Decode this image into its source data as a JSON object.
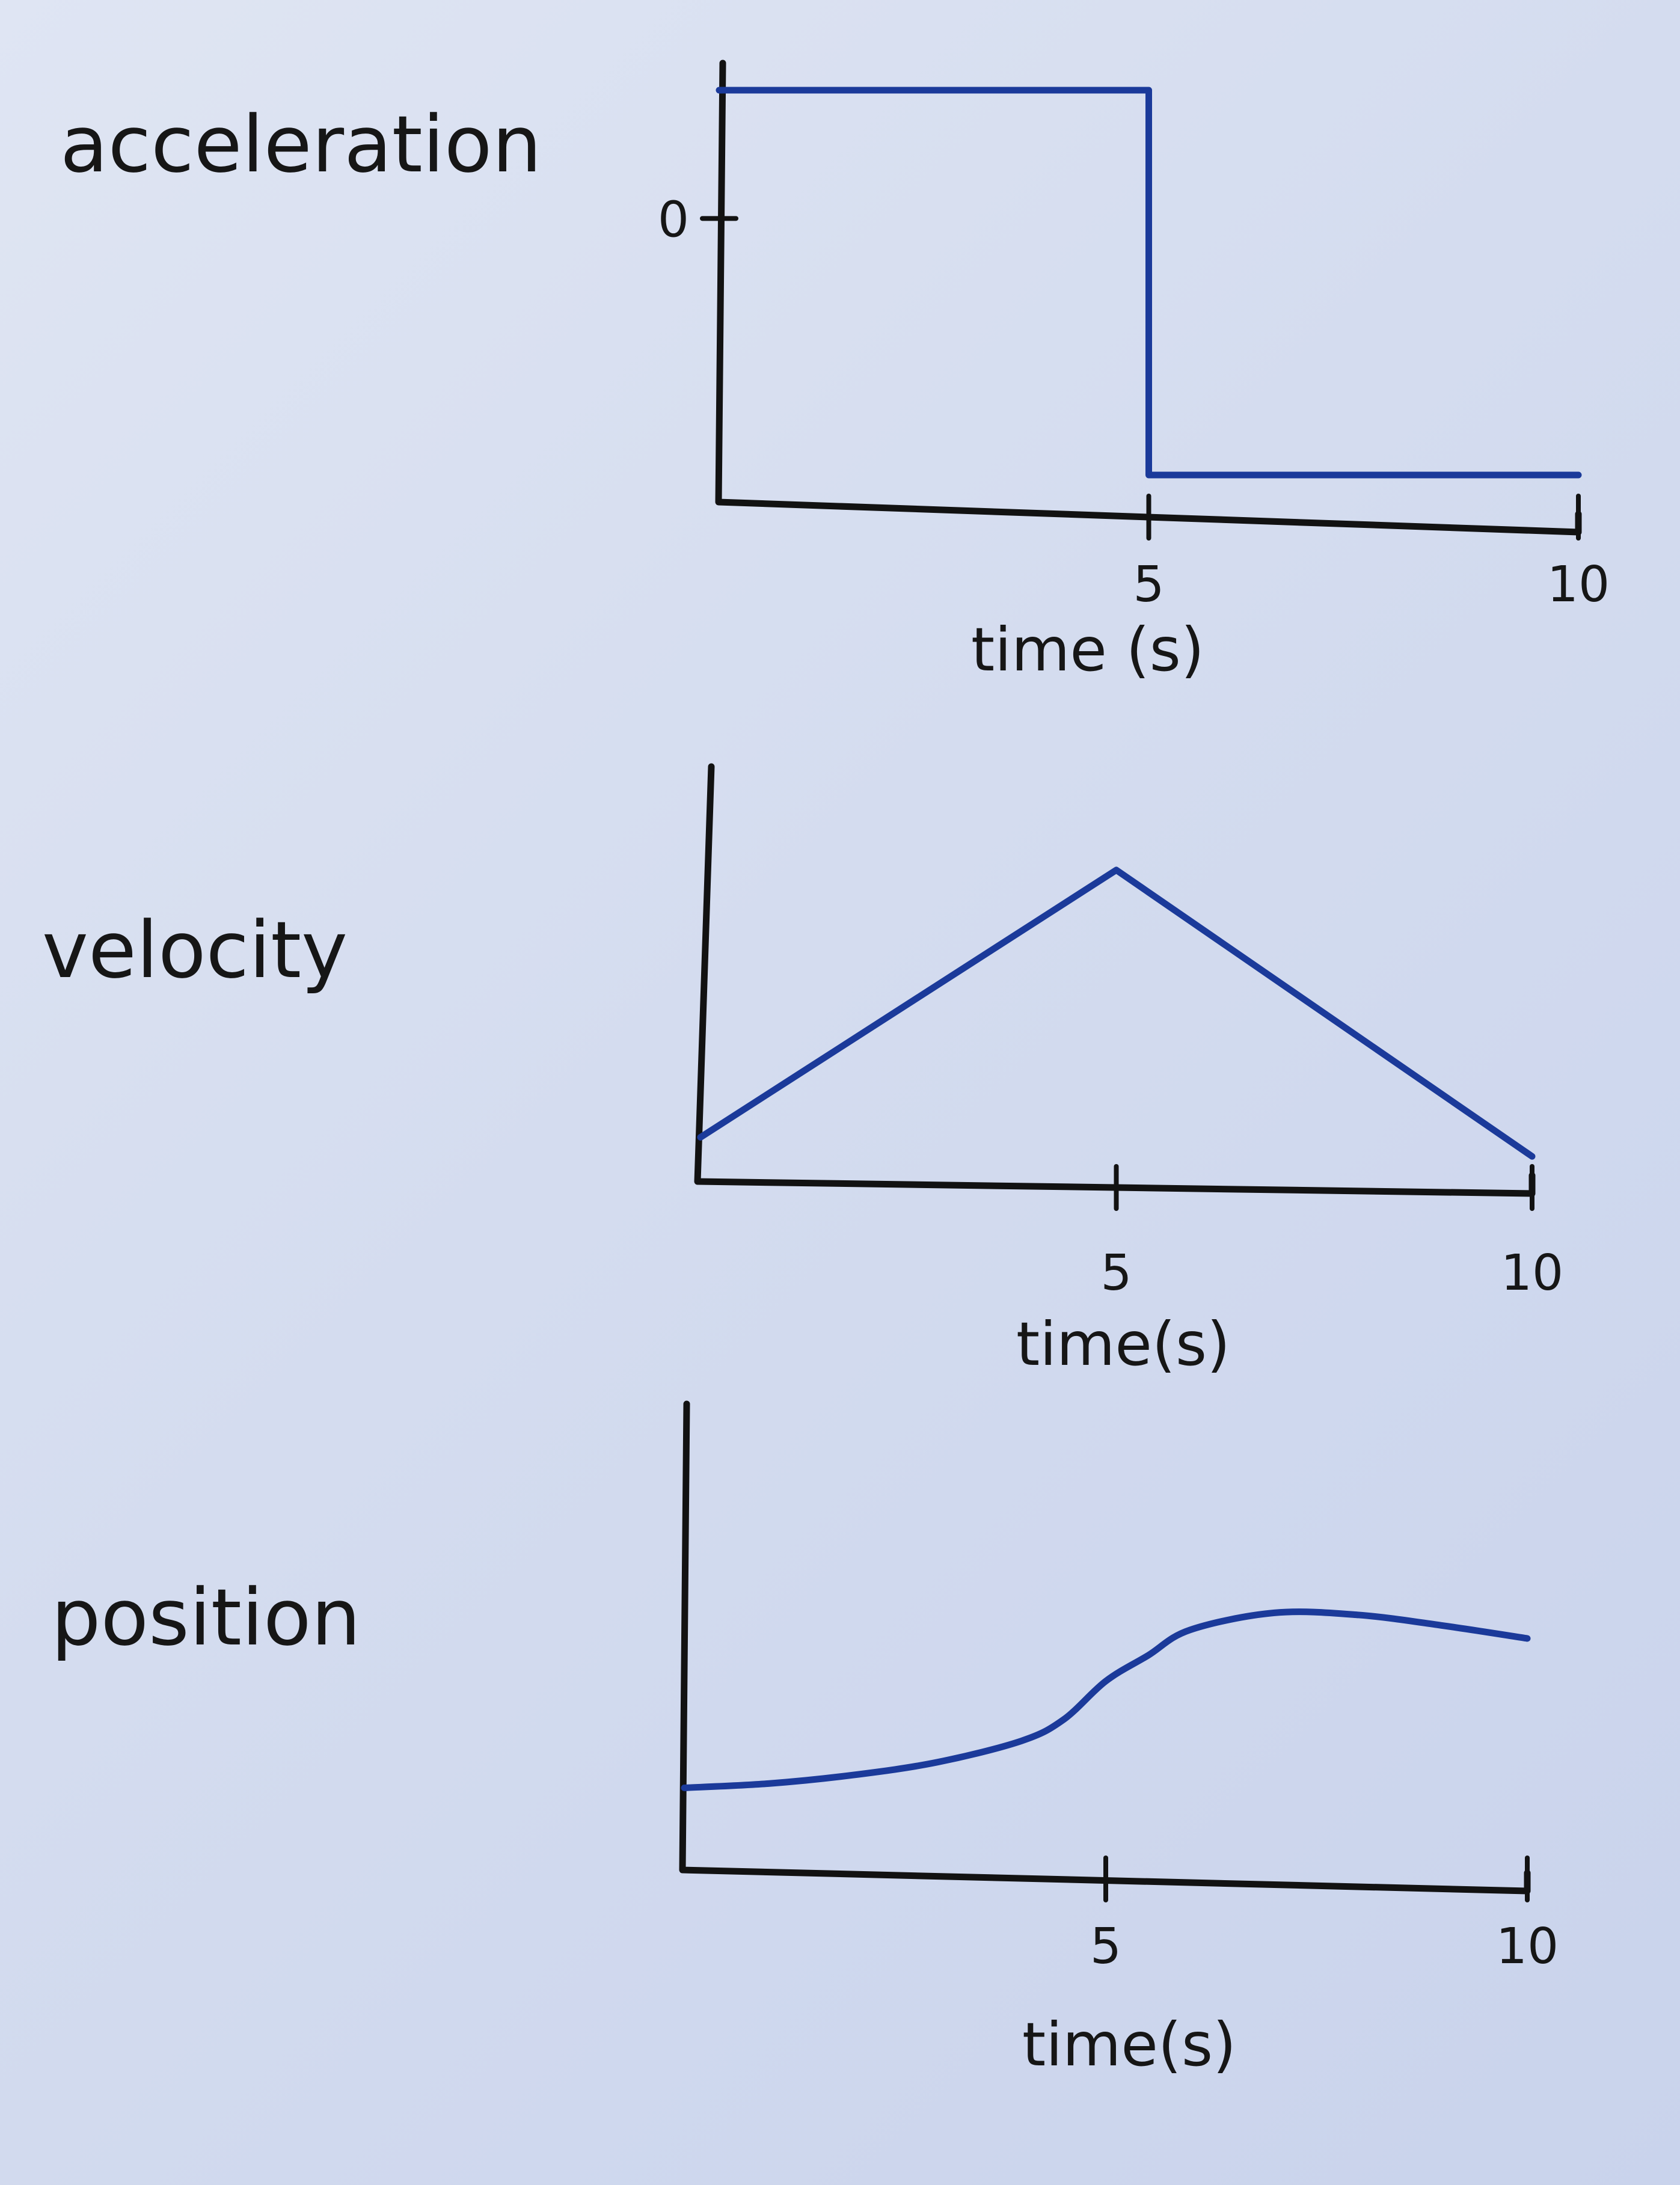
{
  "chart_data": [
    {
      "type": "line",
      "ylabel": "acceleration",
      "xlabel": "time (s)",
      "xlim": [
        0,
        10
      ],
      "ylim": [
        -2,
        1
      ],
      "x_ticks": [
        {
          "value": 5,
          "label": "5"
        },
        {
          "value": 10,
          "label": "10"
        }
      ],
      "y_ticks": [
        {
          "value": 0,
          "label": "0"
        }
      ],
      "series": [
        {
          "color": "#1b3a9a",
          "step": true,
          "x": [
            0,
            5,
            5,
            10
          ],
          "y": [
            1,
            1,
            -2,
            -2
          ]
        }
      ],
      "grid": false
    },
    {
      "type": "line",
      "ylabel": "velocity",
      "xlabel": "time(s)",
      "xlim": [
        0,
        10
      ],
      "ylim": [
        0,
        10
      ],
      "x_ticks": [
        {
          "value": 5,
          "label": "5"
        },
        {
          "value": 10,
          "label": "10"
        }
      ],
      "y_ticks": [],
      "series": [
        {
          "color": "#1b3a9a",
          "x": [
            0,
            5,
            10
          ],
          "y": [
            1,
            8,
            0.5
          ]
        }
      ],
      "grid": false
    },
    {
      "type": "line",
      "ylabel": "position",
      "xlabel": "time(s)",
      "xlim": [
        0,
        10
      ],
      "ylim": [
        0,
        10
      ],
      "x_ticks": [
        {
          "value": 5,
          "label": "5"
        },
        {
          "value": 10,
          "label": "10"
        }
      ],
      "y_ticks": [],
      "series": [
        {
          "color": "#1b3a9a",
          "smooth": true,
          "x": [
            0,
            1,
            2,
            3,
            4,
            4.5,
            5,
            5.5,
            6,
            7,
            8,
            9,
            10
          ],
          "y": [
            1.5,
            1.6,
            1.8,
            2.1,
            2.6,
            3.1,
            4.0,
            4.6,
            5.2,
            5.6,
            5.55,
            5.3,
            5.0
          ]
        }
      ],
      "grid": false
    }
  ]
}
